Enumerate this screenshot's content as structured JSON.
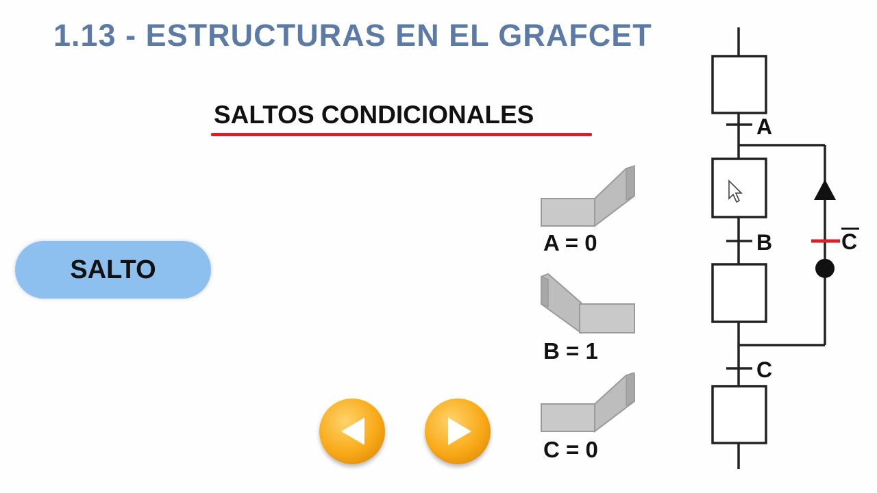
{
  "header": {
    "title": "1.13 - ESTRUCTURAS EN EL GRAFCET"
  },
  "section": {
    "title": "SALTOS CONDICIONALES"
  },
  "salto_button": {
    "label": "SALTO"
  },
  "navigation": {
    "prev_icon": "triangle-left-icon",
    "next_icon": "triangle-right-icon"
  },
  "switch_states": [
    {
      "label": "A = 0",
      "position": "open"
    },
    {
      "label": "B = 1",
      "position": "closed"
    },
    {
      "label": "C = 0",
      "position": "open"
    }
  ],
  "grafcet": {
    "transitions": [
      "A",
      "B",
      "C"
    ],
    "jump_condition": "C"
  },
  "colors": {
    "title": "#5b7ba6",
    "underline": "#d8202a",
    "pill": "#8ec0ef",
    "nav_button": "#f8a917"
  }
}
